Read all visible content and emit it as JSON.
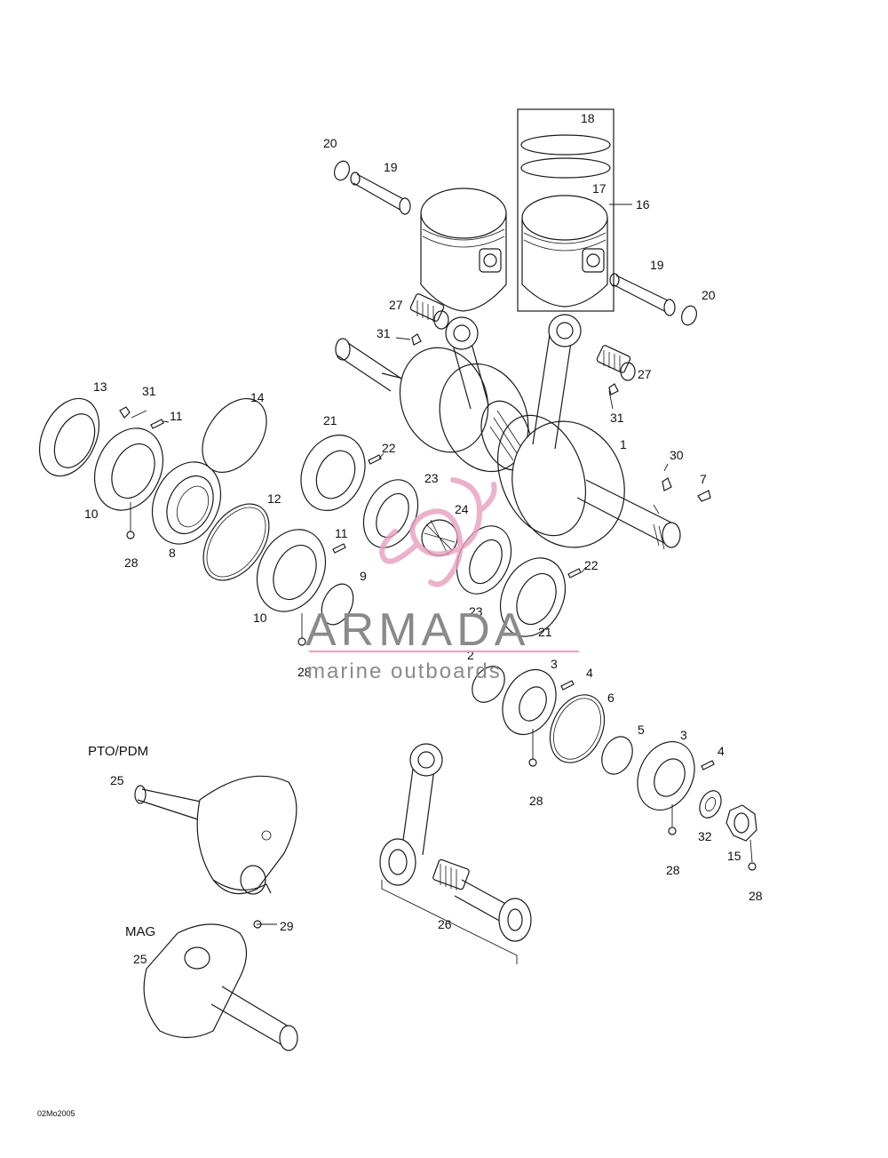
{
  "diagram": {
    "callouts": [
      "1",
      "2",
      "3",
      "3",
      "4",
      "4",
      "5",
      "6",
      "7",
      "8",
      "9",
      "10",
      "10",
      "11",
      "11",
      "12",
      "13",
      "14",
      "15",
      "16",
      "17",
      "18",
      "19",
      "19",
      "20",
      "20",
      "21",
      "21",
      "22",
      "22",
      "23",
      "23",
      "24",
      "25",
      "25",
      "26",
      "27",
      "27",
      "28",
      "28",
      "28",
      "28",
      "28",
      "29",
      "30",
      "31",
      "31",
      "31",
      "32"
    ],
    "section_labels": [
      "PTO/PDM",
      "MAG"
    ],
    "drawing_code": "02Mo2005"
  },
  "watermark": {
    "brand": "ARMADA",
    "tagline": "marine outboards",
    "accent_color": "#e8a0bd",
    "text_color": "#8a8a8a"
  }
}
